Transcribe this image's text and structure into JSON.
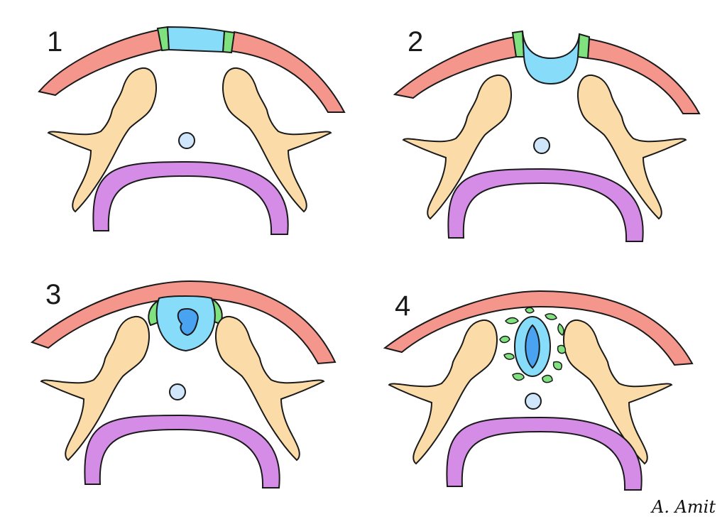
{
  "colors": {
    "ectoderm": "#f4968c",
    "neural_plate": "#87dcfa",
    "neural_crest": "#7fe27f",
    "neural_canal": "#4aa3f0",
    "somite": "#fbdca8",
    "notochord": "#cfe6fb",
    "endoderm": "#d48ce6",
    "outline": "#1a1a1a"
  },
  "panels": [
    {
      "number": "1"
    },
    {
      "number": "2"
    },
    {
      "number": "3"
    },
    {
      "number": "4"
    }
  ],
  "signature": "A. Amit"
}
